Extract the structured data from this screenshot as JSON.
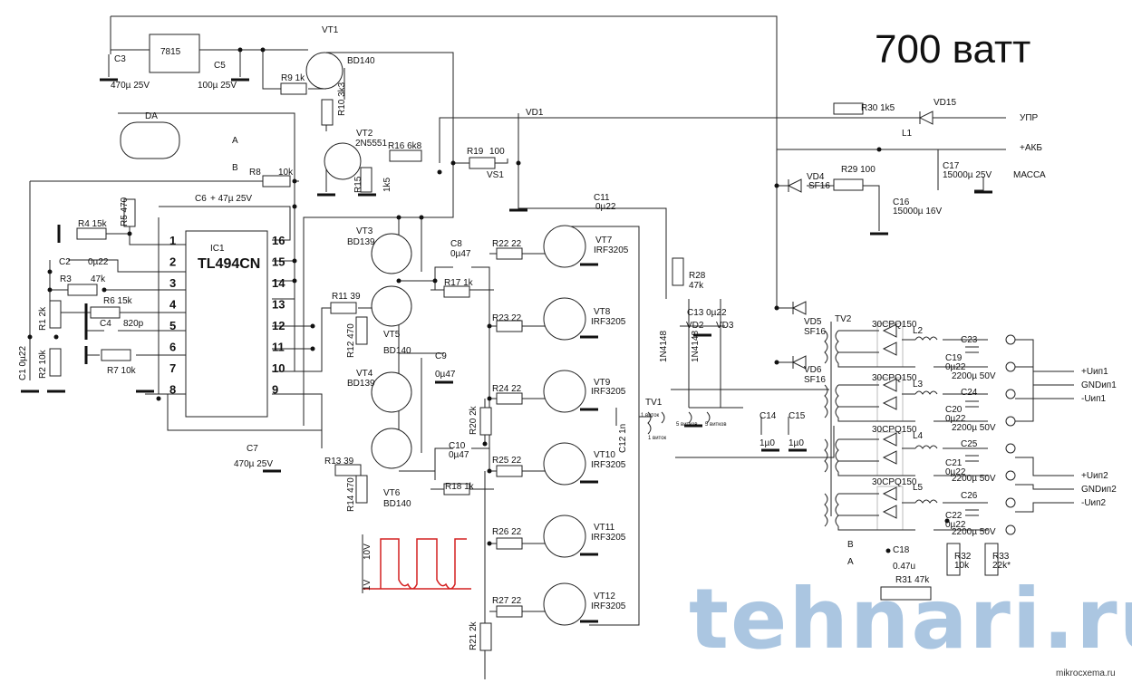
{
  "title": "700 ватт",
  "ic": {
    "ref": "IC1",
    "part": "TL494CN",
    "pins_left": [
      "1",
      "2",
      "3",
      "4",
      "5",
      "6",
      "7",
      "8"
    ],
    "pins_right": [
      "16",
      "15",
      "14",
      "13",
      "12",
      "11",
      "10",
      "9"
    ]
  },
  "labels": [
    "7815",
    "C3",
    "470µ 25V",
    "C5",
    "100µ 25V",
    "VT1",
    "BD140",
    "R9 1k",
    "R10 3k3",
    "VT2",
    "2N5551",
    "R16 6k8",
    "R15",
    "1k5",
    "R19",
    "100",
    "VD1",
    "VS1",
    "R30 1k5",
    "VD15",
    "УПР",
    "L1",
    "+АКБ",
    "C17",
    "15000µ 25V",
    "МАССА",
    "VD4",
    "SF16",
    "R29 100",
    "C16",
    "15000µ 16V",
    "C11",
    "0µ22",
    "DA",
    "A",
    "B",
    "R8",
    "10k",
    "C6",
    "+ 47µ 25V",
    "R5 470",
    "R4 15k",
    "C2",
    "0µ22",
    "R3",
    "47k",
    "R6 15k",
    "C4",
    "820p",
    "R7 10k",
    "R1 2k",
    "R2 10k",
    "C1 0µ22",
    "VT3",
    "BD139",
    "VT5",
    "BD140",
    "R11 39",
    "R12 470",
    "C8",
    "0µ47",
    "R17 1k",
    "R22 22",
    "R23 22",
    "R24 22",
    "R25 22",
    "R26 22",
    "R27 22",
    "R20 2k",
    "R21 2k",
    "VT7",
    "IRF3205",
    "VT8",
    "IRF3205",
    "VT9",
    "IRF3205",
    "VT10",
    "IRF3205",
    "VT11",
    "IRF3205",
    "VT12",
    "IRF3205",
    "C9",
    "0µ47",
    "VT4",
    "BD139",
    "VT6",
    "BD140",
    "R13 39",
    "R14 470",
    "C7",
    "470µ 25V",
    "C10",
    "0µ47",
    "R18 1k",
    "R28",
    "47k",
    "C13 0µ22",
    "VD2",
    "VD3",
    "1N4148",
    "1N4148",
    "TV1",
    "C12 1n",
    "C14",
    "1µ0",
    "C15",
    "1µ0",
    "VD5",
    "SF16",
    "VD6",
    "SF16",
    "TV2",
    "30CPQ150",
    "L2",
    "C19",
    "0µ22",
    "C23",
    "2200µ 50V",
    "30CPQ150",
    "L3",
    "C20",
    "0µ22",
    "C24",
    "2200µ 50V",
    "30CPQ150",
    "L4",
    "C21",
    "0µ22",
    "C25",
    "2200µ 50V",
    "30CPQ150",
    "L5",
    "C22",
    "0µ22",
    "C26",
    "2200µ 50V",
    "B",
    "A",
    "C18",
    "0.47u",
    "R31  47k",
    "R32",
    "10k",
    "R33",
    "22k*",
    "10V",
    "1V",
    "1 виток",
    "1 виток",
    "5 витков",
    "5 витков"
  ],
  "outputs": [
    "+Uип1",
    "GNDип1",
    "-Uип1",
    "+Uип2",
    "GNDип2",
    "-Uип2"
  ],
  "watermark": {
    "logo": "tehnari.ru",
    "site": "mikrocxema.ru"
  },
  "colors": {
    "wire": "#222222",
    "waveform": "#d42020",
    "watermark": "#8fb4d8"
  }
}
